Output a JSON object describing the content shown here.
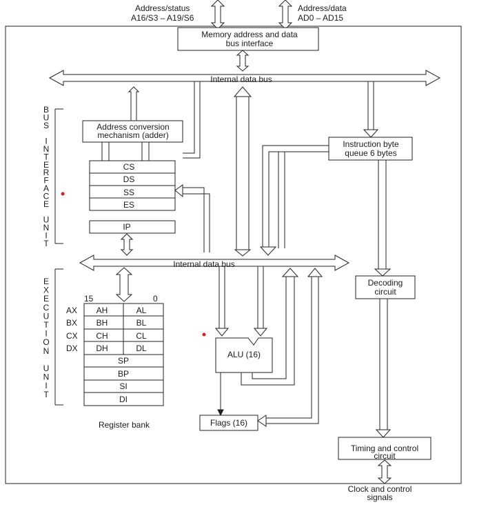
{
  "top_labels": {
    "address_status_line1": "Address/status",
    "address_status_line2": "A16/S3 – A19/S6",
    "address_data_line1": "Address/data",
    "address_data_line2": "AD0 – AD15"
  },
  "blocks": {
    "memory_interface": [
      "Memory address and data",
      "bus interface"
    ],
    "internal_bus_top": "Internal data bus",
    "address_conversion": [
      "Address conversion",
      "mechanism (adder)"
    ],
    "instruction_queue": [
      "Instruction byte",
      "queue 6 bytes"
    ],
    "segment_registers": [
      "CS",
      "DS",
      "SS",
      "ES"
    ],
    "ip": "IP",
    "internal_bus_bottom": "Internal data bus",
    "decoding": [
      "Decoding",
      "circuit"
    ],
    "alu": "ALU (16)",
    "flags": "Flags (16)",
    "timing": [
      "Timing and control",
      "circuit"
    ],
    "clock": [
      "Clock and control",
      "signals"
    ],
    "register_bank_caption": "Register bank"
  },
  "register_bank": {
    "bit_high": "15",
    "bit_low": "0",
    "rows": [
      {
        "name": "AX",
        "high": "AH",
        "low": "AL"
      },
      {
        "name": "BX",
        "high": "BH",
        "low": "BL"
      },
      {
        "name": "CX",
        "high": "CH",
        "low": "CL"
      },
      {
        "name": "DX",
        "high": "DH",
        "low": "DL"
      }
    ],
    "pointers": [
      "SP",
      "BP",
      "SI",
      "DI"
    ]
  },
  "side_labels": {
    "biu": [
      "B",
      "U",
      "S",
      "",
      "I",
      "N",
      "T",
      "E",
      "R",
      "F",
      "A",
      "C",
      "E",
      "",
      "U",
      "N",
      "I",
      "T"
    ],
    "eu": [
      "E",
      "X",
      "E",
      "C",
      "U",
      "T",
      "I",
      "O",
      "N",
      "",
      "U",
      "N",
      "I",
      "T"
    ]
  },
  "colors": {
    "line": "#222222",
    "marker": "#d62020"
  }
}
